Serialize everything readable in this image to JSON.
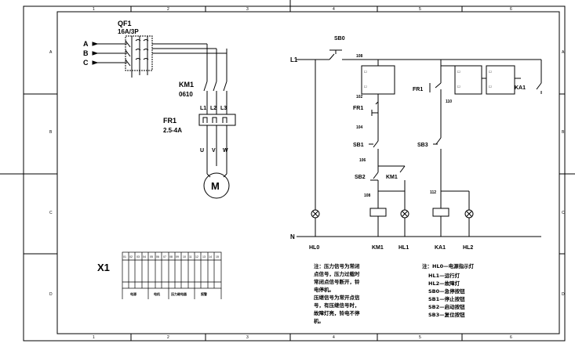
{
  "frame": {
    "top_ticks": [
      "1",
      "2",
      "3",
      "4",
      "5",
      "6"
    ],
    "bottom_ticks": [
      "1",
      "2",
      "3",
      "4",
      "5",
      "6"
    ],
    "left_ticks": [
      "A",
      "B",
      "C",
      "D"
    ],
    "right_ticks": [
      "A",
      "B",
      "C",
      "D"
    ]
  },
  "power": {
    "breaker": "QF1",
    "breaker_rating": "16A/3P",
    "phases": [
      "A",
      "B",
      "C"
    ],
    "contactor": "KM1",
    "contactor_code": "0610",
    "relay": "FR1",
    "relay_rating": "2.5-4A",
    "relay_terminals": [
      "L1",
      "L2",
      "L3"
    ],
    "motor_terminals": [
      "U",
      "V",
      "W"
    ],
    "motor": "M"
  },
  "control": {
    "line": "L1",
    "neutral": "N",
    "estop": "SB0",
    "fr1_a": "FR1",
    "fr1_b": "FR1",
    "sb1": "SB1",
    "sb2": "SB2",
    "sb3": "SB3",
    "km1_contact": "KM1",
    "ka1_contact": "KA1",
    "nodes": [
      "108",
      "102",
      "104",
      "106",
      "108",
      "110",
      "112"
    ],
    "bottom_labels": [
      "HL0",
      "KM1",
      "HL1",
      "KA1",
      "HL2"
    ]
  },
  "terminal": {
    "name": "X1",
    "top_numbers": [
      "01",
      "02",
      "03",
      "04",
      "05",
      "06",
      "07",
      "08",
      "09",
      "10",
      "11",
      "12",
      "13",
      "14",
      "15"
    ],
    "groups": [
      "电源",
      "电机",
      "压力继电器",
      "报警"
    ]
  },
  "notes": {
    "left": [
      "注：压力信号为常闭",
      "点信号，压力过载时",
      "常闭点信号断开，铃",
      "电停机。",
      "压继信号为常开点信",
      "号，有压继信号时，",
      "故障灯亮，铃电不停",
      "机。"
    ],
    "right": [
      "注：HL0—电源指示灯",
      "HL1—运行灯",
      "HL2—故障灯",
      "SB0—急停按钮",
      "SB1—停止按钮",
      "SB2—启动按钮",
      "SB3—复位按钮"
    ]
  },
  "colors": {
    "line": "#000000",
    "background": "#ffffff"
  }
}
